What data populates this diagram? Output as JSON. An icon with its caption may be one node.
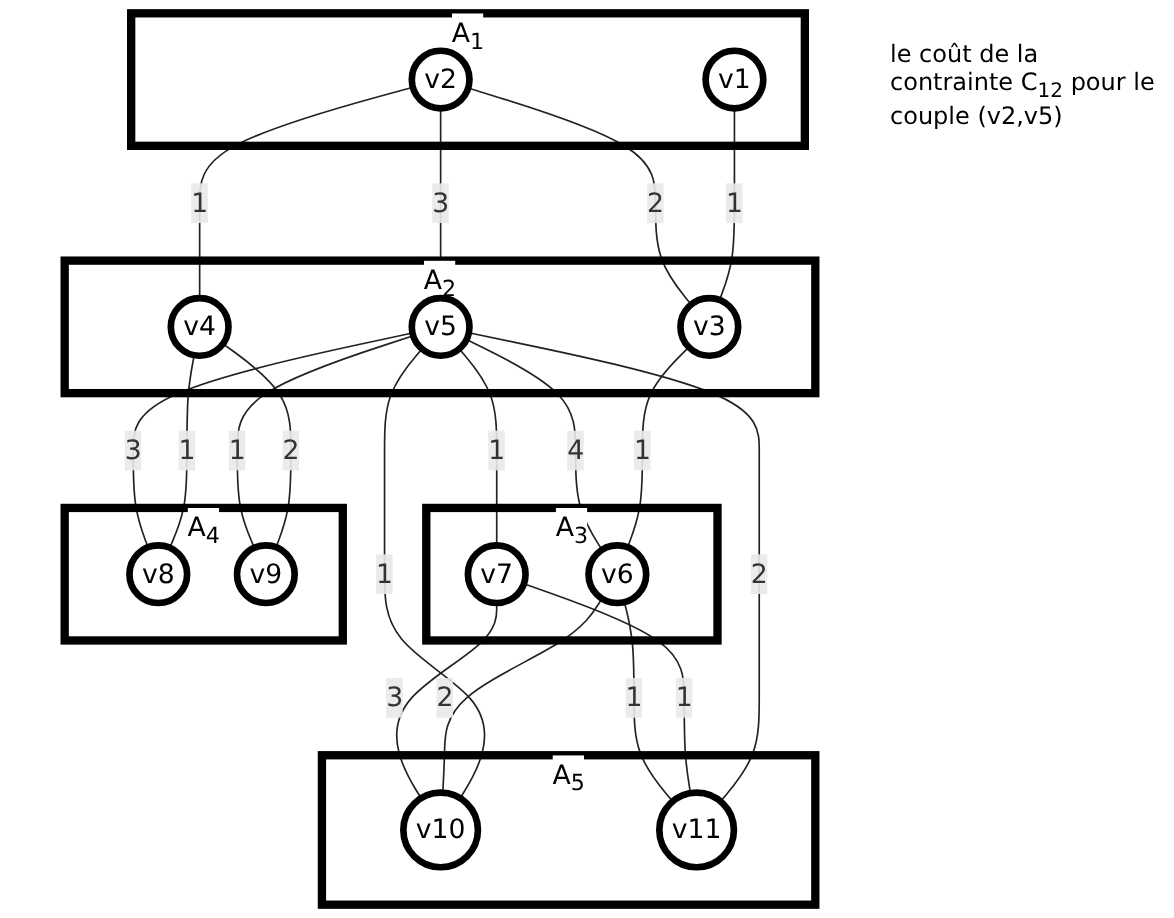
{
  "diagram": {
    "nodes": [
      {
        "text": [
          "A$_{1}$"
        ]
      },
      {
        "text": [
          "v1"
        ],
        "in": 0
      },
      {
        "text": [
          "v2"
        ],
        "in": 0
      },
      {
        "text": [
          "A$_{2}$"
        ]
      },
      {
        "text": [
          "v3"
        ],
        "in": 3
      },
      {
        "text": [
          "v4"
        ],
        "in": 3
      },
      {
        "text": [
          "v5"
        ],
        "in": 3
      },
      {
        "text": [
          "A$_{3}$"
        ]
      },
      {
        "text": [
          "v6"
        ],
        "in": 7
      },
      {
        "text": [
          "v7"
        ],
        "in": 7
      },
      {
        "text": [
          "A$_{4}$"
        ]
      },
      {
        "text": [
          "v8"
        ],
        "in": 10
      },
      {
        "text": [
          "v9"
        ],
        "in": 10
      },
      {
        "text": [
          "A$_{5}$"
        ]
      },
      {
        "text": [
          "v10"
        ],
        "in": 13
      },
      {
        "text": [
          "v11"
        ],
        "in": 13
      }
    ],
    "edges": [
      {
        "from": 1,
        "to": 4,
        "arrow": "none",
        "label": "1"
      },
      {
        "from": 2,
        "to": 4,
        "arrow": "none",
        "label": "2"
      },
      {
        "from": 2,
        "to": 5,
        "arrow": "none",
        "label": "1"
      },
      {
        "from": 2,
        "to": 6,
        "arrow": "none",
        "label": "3"
      },
      {
        "from": 4,
        "to": 8,
        "arrow": "none",
        "label": "1"
      },
      {
        "from": 6,
        "to": 8,
        "arrow": "none",
        "label": "4"
      },
      {
        "from": 6,
        "to": 9,
        "arrow": "none",
        "label": "1"
      },
      {
        "from": 5,
        "to": 11,
        "arrow": "none",
        "label": "1"
      },
      {
        "from": 6,
        "to": 11,
        "arrow": "none",
        "label": "3"
      },
      {
        "from": 5,
        "to": 12,
        "arrow": "none",
        "label": "2"
      },
      {
        "from": 6,
        "to": 12,
        "arrow": "none",
        "label": "1"
      },
      {
        "from": 6,
        "to": 14,
        "arrow": "none",
        "label": "1"
      },
      {
        "from": 6,
        "to": 15,
        "arrow": "none",
        "label": "2"
      },
      {
        "from": 8,
        "to": 14,
        "arrow": "none",
        "label": "2"
      },
      {
        "from": 9,
        "to": 15,
        "arrow": "none",
        "label": "1"
      },
      {
        "from": 8,
        "to": 15,
        "arrow": "none",
        "label": "1"
      },
      {
        "from": 9,
        "to": 14,
        "arrow": "none",
        "label": "3"
      }
    ],
    "labels": [
      "le coût de la contrainte C$_{12}$ pour le couple (v2,v5)"
    ]
  }
}
